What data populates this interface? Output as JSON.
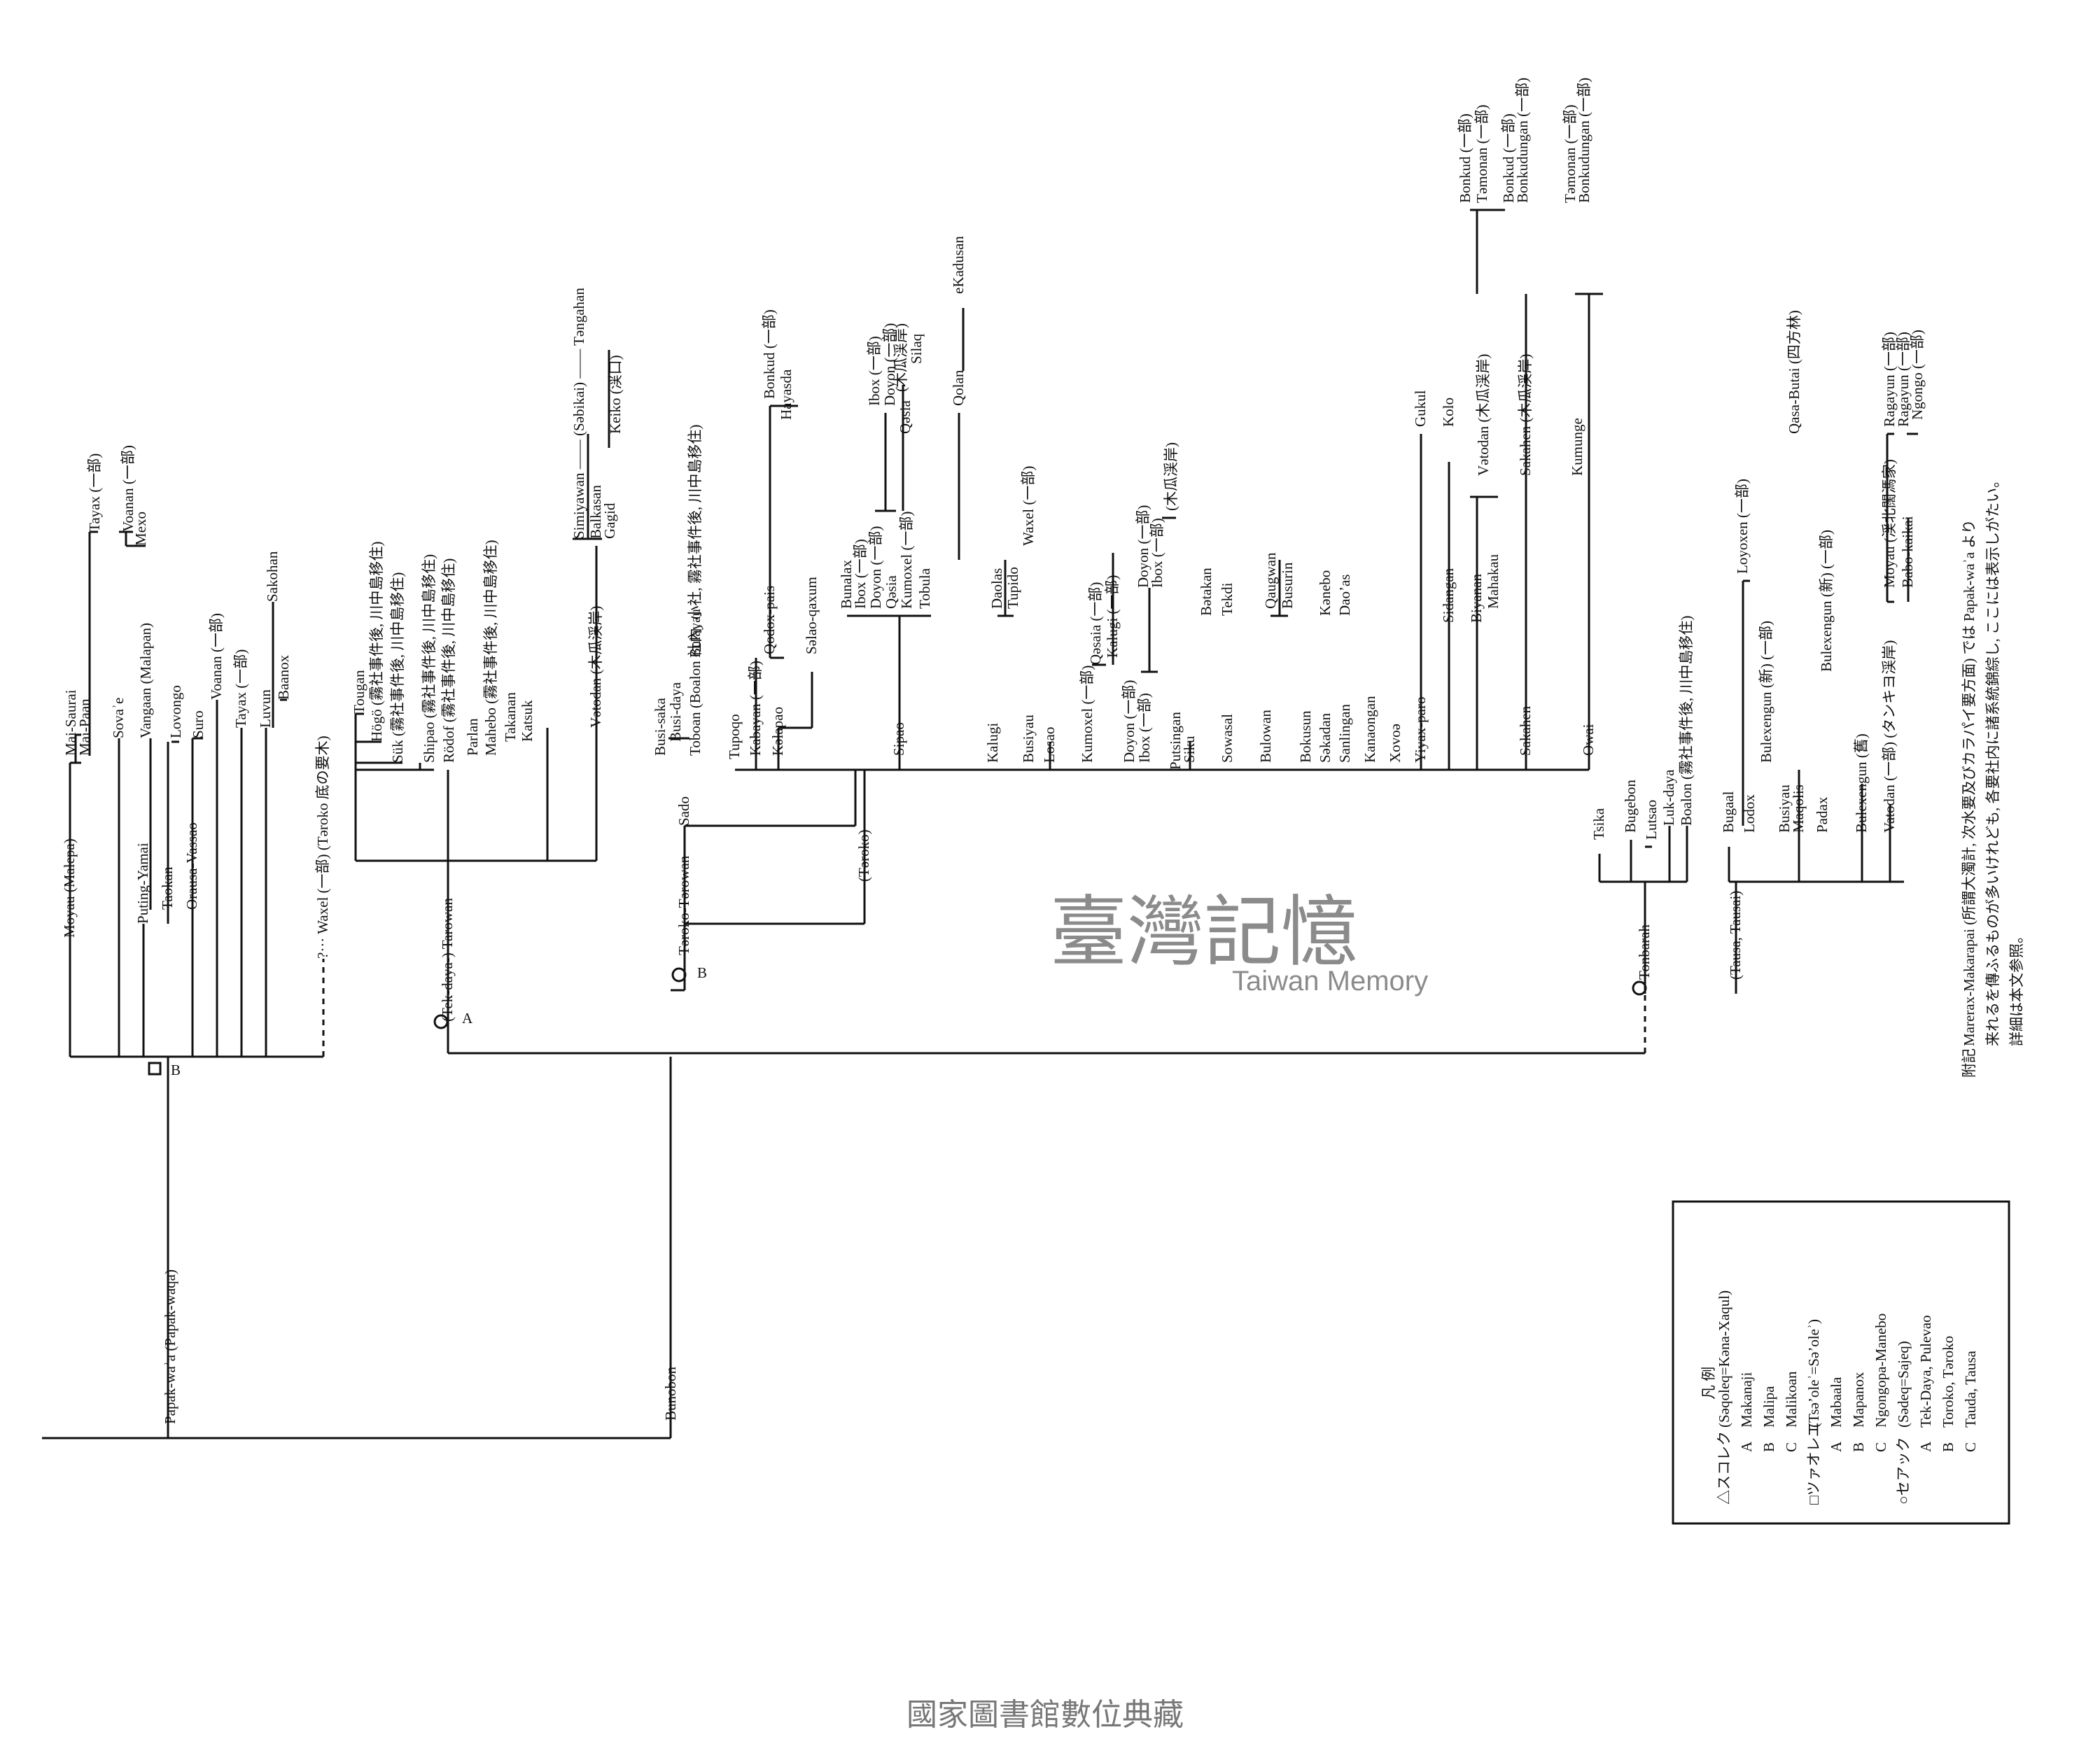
{
  "tree": {
    "root": "Bunobon",
    "branches": [
      {
        "label": "Papak-waʾa (Papak-waqa)"
      },
      {
        "label": "Bunobon"
      }
    ],
    "nodes": {
      "moyau": "Moyau (Malepa)",
      "mai_sauras": "Mai-Saurai",
      "mai_paan": "Mai-Paan",
      "tayax_1": "Tayax (一部)",
      "voanan_1": "Voanan (一部)",
      "mexo": "Mexo",
      "savae": "Sovaʾe",
      "puting": "Puting-Yamai",
      "vangaan": "Vangaan (Malapan)",
      "taokan": "Taokan",
      "lovongo": "Lovongo",
      "orausa": "Orausa-Vassao",
      "suro": "Suro",
      "voanan_2": "Voanan (一部)",
      "tayax_2": "Tayax (一部)",
      "luvun": "Luvun",
      "sakohan": "Sakohan",
      "baanox": "Baanox",
      "waxel_gap": "?··· Waxel (一部) (Təroko 底の要木)",
      "tarowan": "(Tek-daya-) Tarowan",
      "tougan": "Tougan",
      "hogo": "Högö (霧社事件後, 川中島移住)",
      "suk": "Sük (霧社事件後, 川中島移住)",
      "shipao": "Shipao (霧社事件後, 川中島移住)",
      "rodof": "Rödof (霧社事件後, 川中島移住)",
      "parlan": "Parlan",
      "mahebo": "Mahebo (霧社事件後, 川中島移住)",
      "takanan": "Takanan",
      "katsuk": "Katsuk",
      "vatodan_1": "Vətodan (木瓜渓岸)",
      "simiyawan": "Simiyawan —— (Səbikai) —— Təngahan",
      "balkasan": "Balkasan",
      "gagid": "Gagid",
      "keiko": "Keiko (渓口)",
      "taroko_tarowan": "Təroko-Tərowan",
      "sado": "Sado",
      "busi_saka": "Busi-saka",
      "busi_daya": "Busi-daya",
      "bulayau": "Bulayau",
      "toboan": "Toboan (Boalon 社內, 小社, 霧社事件後, 川中島移住)",
      "taroko": "(Təroko)",
      "tupoqo": "Tupoqo",
      "kabayan": "Kabayan (一部)",
      "qodox": "Qodox-pais",
      "bonkud_1": "Bonkud (一部)",
      "hayasda": "Hayasda",
      "kalapao": "Kəlapao",
      "salao": "Səlao-qaxum",
      "sipao": "Sipao",
      "bunalax": "Bunalax",
      "ibox_1": "Ibox (一部)",
      "doyon_1": "Doyon (一部)",
      "ibox_2": "Ibox (一部)",
      "doyon_2": "Doyon (一部)",
      "mukua": "(木瓜渓岸)",
      "qosia": "Qəsia",
      "silaq": "Silaq",
      "kumoxel_1": "Kumoxel (一部)",
      "tobula": "Tobula",
      "qolan": "Qolan",
      "ekadusan": "eKadusan",
      "kalugi": "Kalugi",
      "daolas": "Daolas",
      "tupido": "Tupido",
      "busiyau": "Busiyau",
      "waxel_2": "Waxel (一部)",
      "losao": "Losao",
      "kumoxel_2": "Kumoxel (一部)",
      "qsaia": "Qəsaia (一部)",
      "kalugi_2": "Kalugi (一部)",
      "doyon_3": "Doyon (一部)",
      "doyon_4": "Doyon (一部)",
      "ibox_3": "Ibox (一部)",
      "ibox_4": "Ibox (一部)",
      "mukua_2": "(木瓜渓岸)",
      "putsingan": "Putsingan",
      "siku": "Siku",
      "batakan": "Bətakan",
      "sowasal": "Sowasal",
      "tekdi": "Tekdi",
      "bulowan": "Bulowan",
      "qaugwan": "Qaugwan",
      "busurin": "Busurin",
      "bokusun": "Bokusun",
      "sakadan": "Səkadan",
      "kanebo": "Kənebo",
      "sanlingan": "Sanlingan",
      "daoas": "Daoʼas",
      "kanaongan": "Kanaongan",
      "xovoa": "Xovoə",
      "yiyax": "Yiyax-paro",
      "gukul": "Gukul",
      "sidangan": "Sidangan",
      "kolo": "Kolo",
      "biyanan": "Biyanan",
      "vatodan_2": "Vətodan (木瓜渓岸)",
      "mahakau": "Mahakau",
      "bonkud_2": "Bonkud (一部)",
      "tamonan_1": "Təmonan (一部)",
      "bonkud_3": "Bonkud (一部)",
      "bonkudungan_1": "Bonkudungan (一部)",
      "sakahen_1": "Sakahen (木瓜渓岸)",
      "sakahen_2": "Sakahen",
      "kumunge": "Kumunge",
      "tamonan_2": "Təmonan (一部)",
      "bonkudungan_2": "Bonkudungan (一部)",
      "owai": "Owai",
      "tonbarah": "Tonbarah",
      "tsika": "Tsika",
      "bugebon": "Bugebon",
      "lutsao": "Lutsao",
      "luk_daya": "Luk-daya",
      "boalon": "Boalon (霧社事件後, 川中島移住)",
      "tausa": "(Tausa, Tausai)",
      "bugaal": "Bugaal",
      "loyoxen": "Loyoxen (一部)",
      "qasa_butai": "Qasa-Butai (四方林)",
      "lodox": "Lodox",
      "bulexengun_1": "Bulexengun (新) (一部)",
      "busiyau_2": "Busiyau",
      "maqolis": "Maqolis",
      "padax": "Padax",
      "bulexengun_2": "Bulexengun (新) (一部)",
      "bulexengun_3": "Bulexengun (舊)",
      "moyau_2": "Moyau (渓北闊溤家)",
      "ragayun_1": "Ragayun (一部)",
      "ragayun_2": "Ragayun (一部)",
      "babo_kaikai": "Babo-kaikai",
      "ngongo": "Ngongo (一部)",
      "vatodan_3": "Vatodan (一部) (タンキヨ渓岸)"
    },
    "markers": {
      "square_b": "B",
      "circle_a": "A",
      "circle_b": "B"
    }
  },
  "legend": {
    "title": "凡 例",
    "rows": [
      {
        "sym": "△スコレク",
        "code": "",
        "name": "(Səqoleq=Kəna-Xaqul)"
      },
      {
        "sym": "",
        "code": "A",
        "name": "Makanaji"
      },
      {
        "sym": "",
        "code": "B",
        "name": "Malipa"
      },
      {
        "sym": "",
        "code": "C",
        "name": "Malikoan"
      },
      {
        "sym": "□ツァオレエ",
        "code": "",
        "name": "(Tsəʼoleʾ=Səʼoleʾ)"
      },
      {
        "sym": "",
        "code": "A",
        "name": "Mabaala"
      },
      {
        "sym": "",
        "code": "B",
        "name": "Mapanox"
      },
      {
        "sym": "",
        "code": "C",
        "name": "Ngongopa-Manebo"
      },
      {
        "sym": "○セアック",
        "code": "",
        "name": "(Sədeq=Sajeq)"
      },
      {
        "sym": "",
        "code": "A",
        "name": "Tek-Daya, Pulevao"
      },
      {
        "sym": "",
        "code": "B",
        "name": "Toroko, Təroko"
      },
      {
        "sym": "",
        "code": "C",
        "name": "Tauda, Tausa"
      }
    ]
  },
  "footnote": {
    "label": "附記",
    "lines": [
      "Marerax-Makarapai (所謂大濁計, 次水要及びカラパイ要方面) では Papak-waʾa より",
      "来れるを傳ふるものが多いけれども, 各要社内に諸系統錦綜し, ここには表示しがたい。",
      "詳細は本文参照。"
    ]
  },
  "watermark": {
    "mark": "臺灣記憶",
    "sub": "Taiwan Memory"
  },
  "footer": {
    "text": "國家圖書館數位典藏"
  }
}
